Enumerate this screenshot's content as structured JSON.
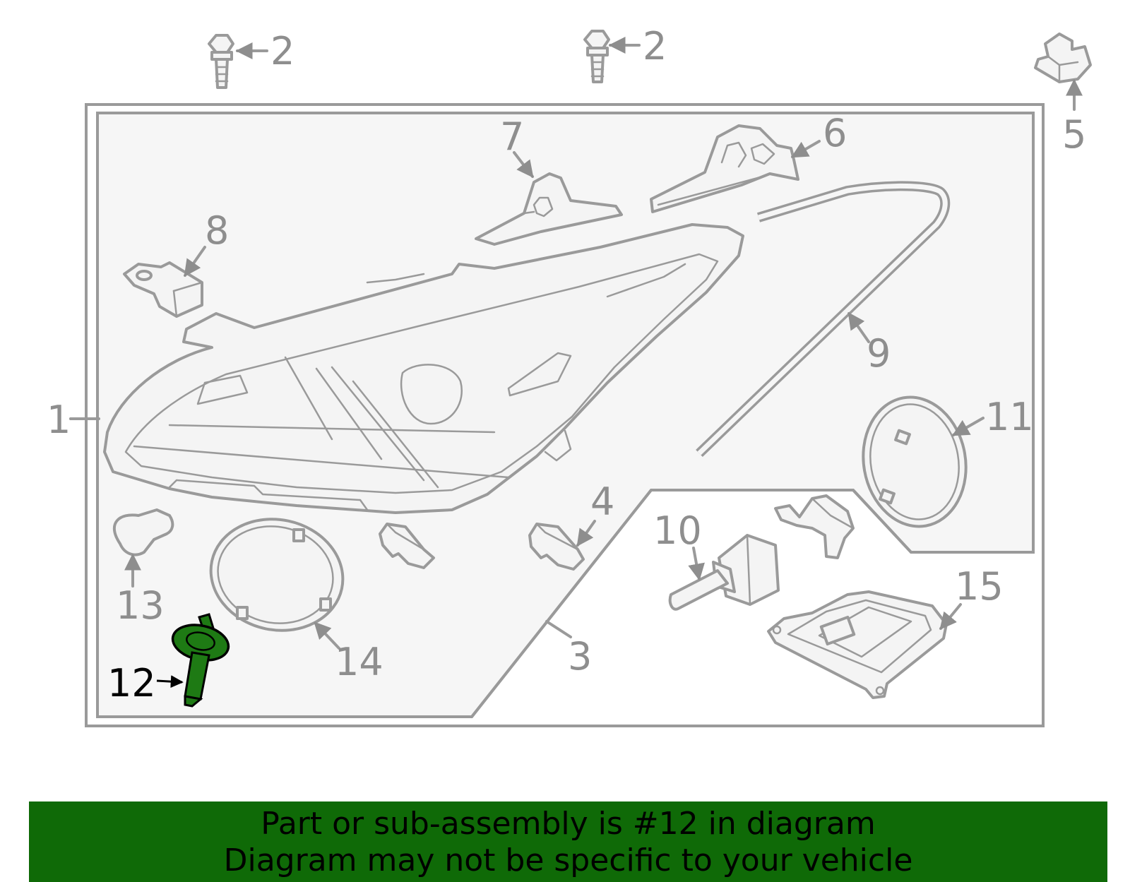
{
  "diagram": {
    "callouts": {
      "c1": "1",
      "c2a": "2",
      "c2b": "2",
      "c3": "3",
      "c4": "4",
      "c5": "5",
      "c6": "6",
      "c7": "7",
      "c8": "8",
      "c9": "9",
      "c10": "10",
      "c11": "11",
      "c12": "12",
      "c13": "13",
      "c14": "14",
      "c15": "15"
    },
    "highlight_color": "#1e7a14",
    "line_color": "#9a9a9a"
  },
  "banner": {
    "line1": "Part or sub-assembly is #12 in diagram",
    "line2": "Diagram may not be specific to your vehicle",
    "background": "#0f6a07"
  }
}
